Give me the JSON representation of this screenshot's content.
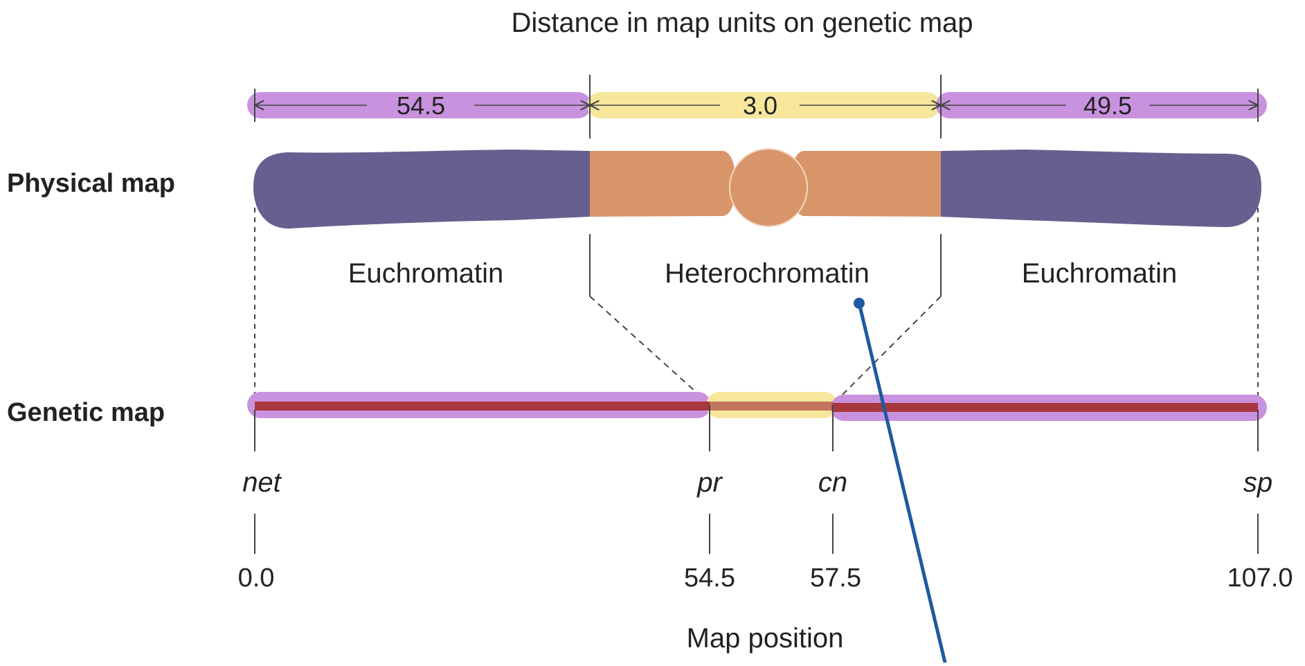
{
  "title": "Distance in map units on genetic map",
  "distances": [
    "54.5",
    "3.0",
    "49.5"
  ],
  "row_labels": {
    "physical": "Physical map",
    "genetic": "Genetic map"
  },
  "regions": [
    "Euchromatin",
    "Heterochromatin",
    "Euchromatin"
  ],
  "genes": [
    "net",
    "pr",
    "cn",
    "sp"
  ],
  "positions": [
    "0.0",
    "54.5",
    "57.5",
    "107.0"
  ],
  "xlabel": "Map position",
  "colors": {
    "euchromatin": "#675f8f",
    "heterochromatin": "#d9956a",
    "purple_highlight": "#c992df",
    "yellow_highlight": "#f7e79c",
    "genetic_line": "#a8383d",
    "pointer": "#1e5aa0"
  }
}
